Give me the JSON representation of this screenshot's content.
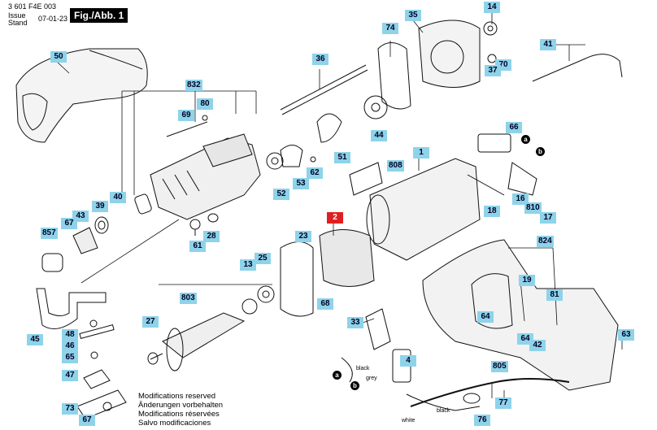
{
  "header": {
    "doc_number": "3 601 F4E 003",
    "issue_label": "Issue",
    "stand_label": "Stand",
    "date": "07-01-23",
    "figure_label": "Fig./Abb. 1"
  },
  "part_labels": [
    "50",
    "832",
    "69",
    "80",
    "40",
    "39",
    "43",
    "67",
    "857",
    "61",
    "28",
    "74",
    "35",
    "14",
    "70",
    "37",
    "36",
    "44",
    "51",
    "41",
    "66",
    "a",
    "b",
    "53",
    "62",
    "52",
    "1",
    "808",
    "16",
    "810",
    "17",
    "18",
    "2",
    "23",
    "25",
    "13",
    "68",
    "803",
    "27",
    "824",
    "19",
    "81",
    "64",
    "42",
    "63",
    "45",
    "48",
    "46",
    "65",
    "47",
    "73",
    "33",
    "4",
    "805",
    "77",
    "76"
  ],
  "highlighted_part": "2",
  "wire_labels": {
    "black_1": "black",
    "grey": "grey",
    "black_2": "black",
    "white": "white"
  },
  "connector_labels": {
    "a": "a",
    "b": "b"
  },
  "notes": [
    "Modifications reserved",
    "Änderungen vorbehalten",
    "Modifications réservées",
    "Salvo modificaciones"
  ]
}
